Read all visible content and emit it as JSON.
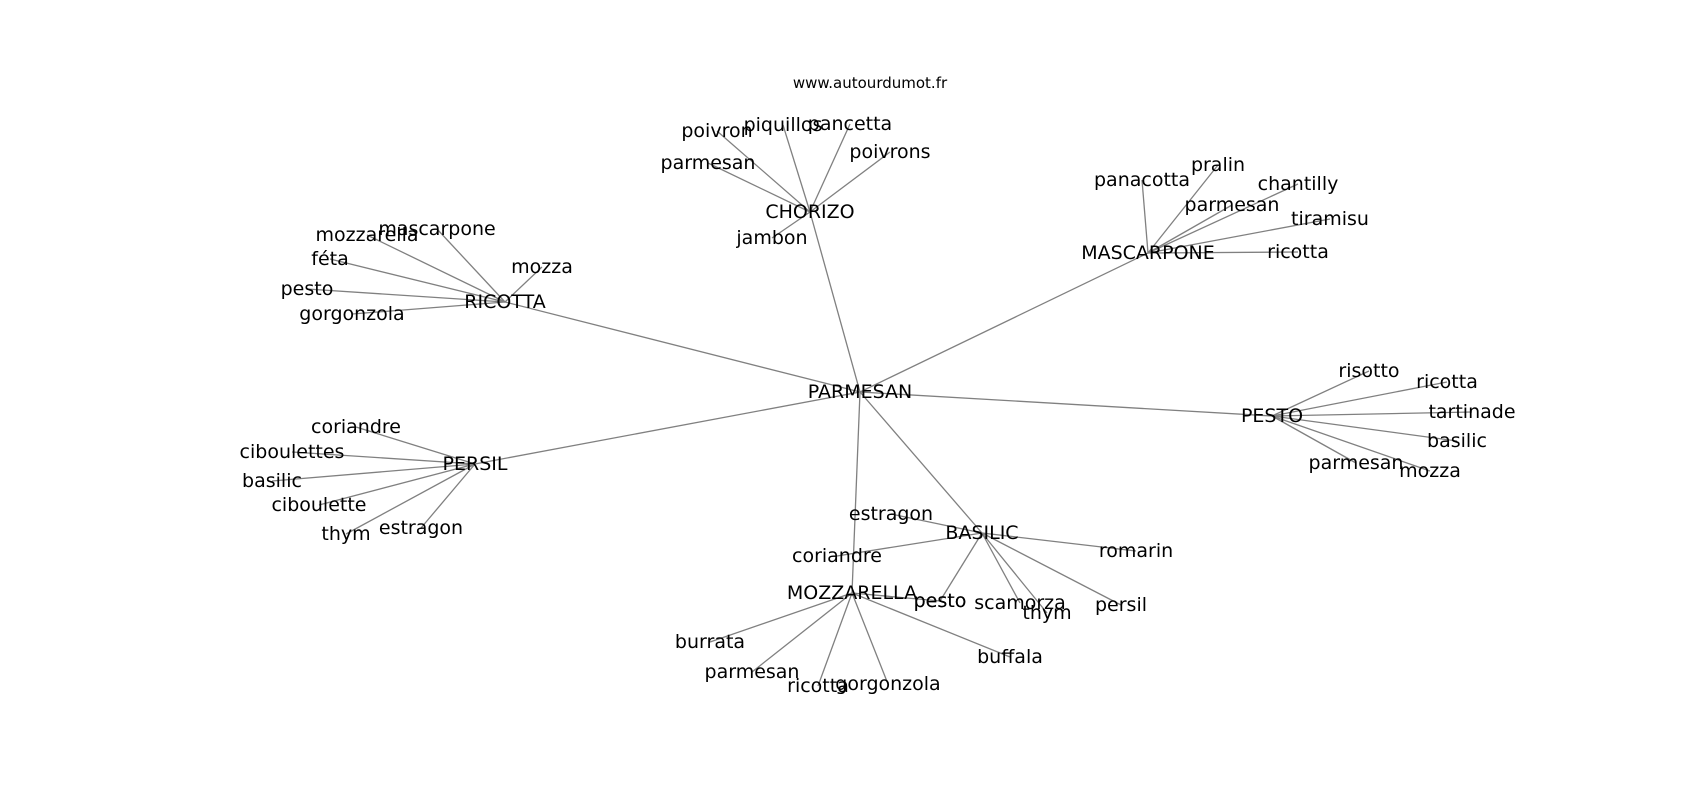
{
  "source": "www.autourdumot.fr",
  "graph": {
    "root": "PARMESAN",
    "clusters": [
      {
        "hub": "CHORIZO",
        "leaves": [
          "poivron",
          "piquillos",
          "pancetta",
          "poivrons",
          "parmesan",
          "jambon"
        ]
      },
      {
        "hub": "MASCARPONE",
        "leaves": [
          "panacotta",
          "pralin",
          "chantilly",
          "parmesan",
          "tiramisu",
          "ricotta"
        ]
      },
      {
        "hub": "RICOTTA",
        "leaves": [
          "mozzarella",
          "mascarpone",
          "mozza",
          "féta",
          "pesto",
          "gorgonzola"
        ]
      },
      {
        "hub": "PESTO",
        "leaves": [
          "risotto",
          "ricotta",
          "tartinade",
          "basilic",
          "parmesan",
          "mozza"
        ]
      },
      {
        "hub": "PERSIL",
        "leaves": [
          "coriandre",
          "ciboulettes",
          "basilic",
          "ciboulette",
          "thym",
          "estragon"
        ]
      },
      {
        "hub": "BASILIC",
        "leaves": [
          "estragon",
          "coriandre",
          "romarin",
          "pesto",
          "scamorza",
          "thym",
          "persil"
        ]
      },
      {
        "hub": "MOZZARELLA",
        "leaves": [
          "burrata",
          "parmesan",
          "ricotta",
          "gorgonzola",
          "buffala",
          "pesto"
        ]
      }
    ]
  }
}
